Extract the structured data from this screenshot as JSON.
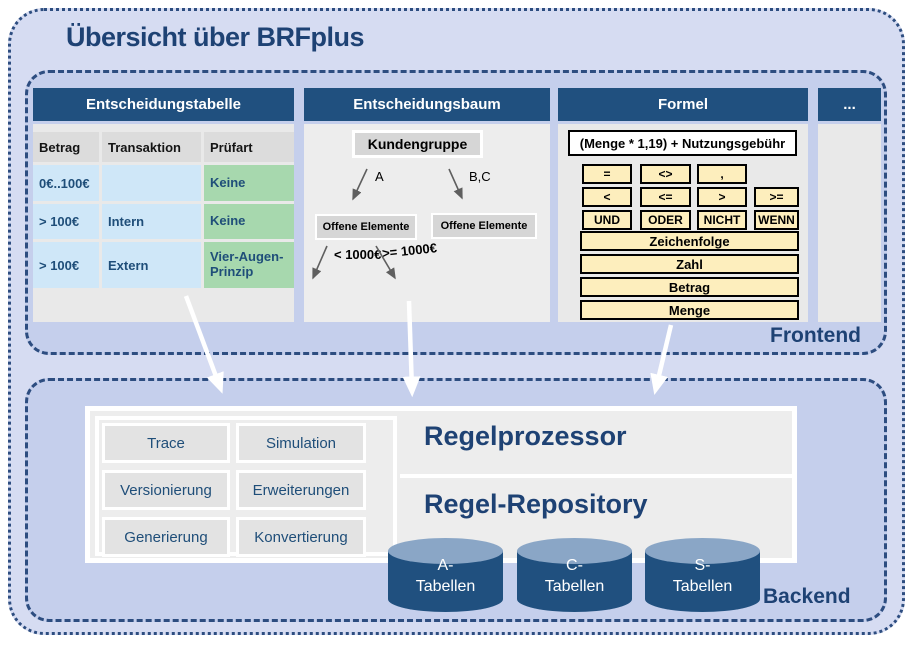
{
  "title": "Übersicht über BRFplus",
  "colors": {
    "header_blue": "#20507f",
    "accent_text": "#1e4274",
    "table_blue": "#cfe7f8",
    "table_green": "#a7d8ae",
    "button_tan": "#fdeebd",
    "background_outer": "#d6dcf2",
    "background_section": "#c5cfec"
  },
  "frontend": {
    "label": "Frontend",
    "decision_table": {
      "title": "Entscheidungstabelle",
      "columns": [
        "Betrag",
        "Transaktion",
        "Prüfart"
      ],
      "rows": [
        [
          "0€..100€",
          "",
          "Keine"
        ],
        [
          "> 100€",
          "Intern",
          "Keine"
        ],
        [
          "> 100€",
          "Extern",
          "Vier-Augen-Prinzip"
        ]
      ]
    },
    "decision_tree": {
      "title": "Entscheidungsbaum",
      "root": "Kundengruppe",
      "branch_labels": [
        "A",
        "B,C"
      ],
      "nodes": [
        "Offene Elemente",
        "Offene Elemente"
      ],
      "leaf_labels": [
        "< 1000€",
        ">= 1000€"
      ]
    },
    "formula": {
      "title": "Formel",
      "expression": "(Menge * 1,19) + Nutzungsgebühr",
      "operator_rows": [
        [
          "=",
          "<>",
          ","
        ],
        [
          "<",
          "<=",
          ">",
          ">="
        ],
        [
          "UND",
          "ODER",
          "NICHT",
          "WENN"
        ]
      ],
      "type_buttons": [
        "Zeichenfolge",
        "Zahl",
        "Betrag",
        "Menge"
      ]
    },
    "more_panel": {
      "title": "..."
    }
  },
  "backend": {
    "label": "Backend",
    "tools": [
      "Trace",
      "Simulation",
      "Versionierung",
      "Erweiterungen",
      "Generierung",
      "Konvertierung"
    ],
    "processor_title": "Regelprozessor",
    "repository_title": "Regel-Repository",
    "databases": [
      [
        "A-",
        "Tabellen"
      ],
      [
        "C-",
        "Tabellen"
      ],
      [
        "S-",
        "Tabellen"
      ]
    ]
  }
}
